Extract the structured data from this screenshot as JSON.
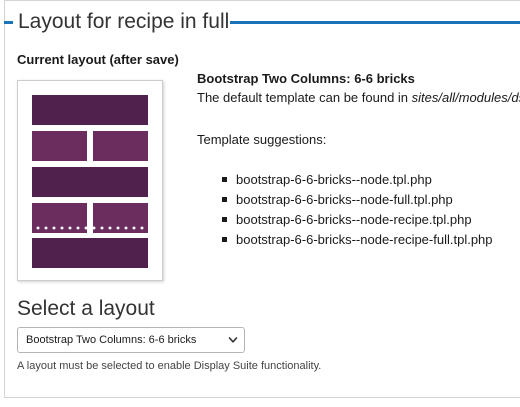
{
  "fieldset": {
    "title": "Layout for recipe in full"
  },
  "current_layout": {
    "label": "Current layout (after save)",
    "name": "Bootstrap Two Columns: 6-6 bricks",
    "description_prefix": "The default template can be found in ",
    "description_path": "sites/all/modules/ds",
    "suggestions_label": "Template suggestions:",
    "suggestions": [
      "bootstrap-6-6-bricks--node.tpl.php",
      "bootstrap-6-6-bricks--node-full.tpl.php",
      "bootstrap-6-6-bricks--node-recipe.tpl.php",
      "bootstrap-6-6-bricks--node-recipe-full.tpl.php"
    ]
  },
  "select_layout": {
    "heading": "Select a layout",
    "selected_value": "Bootstrap Two Columns: 6-6 bricks",
    "help_text": "A layout must be selected to enable Display Suite functionality."
  },
  "colors": {
    "accent": "#1a73b8",
    "brick_dark": "#51214d",
    "brick_light": "#6a2d5e"
  },
  "icons": {
    "select_arrow": "chevron-down-icon"
  }
}
